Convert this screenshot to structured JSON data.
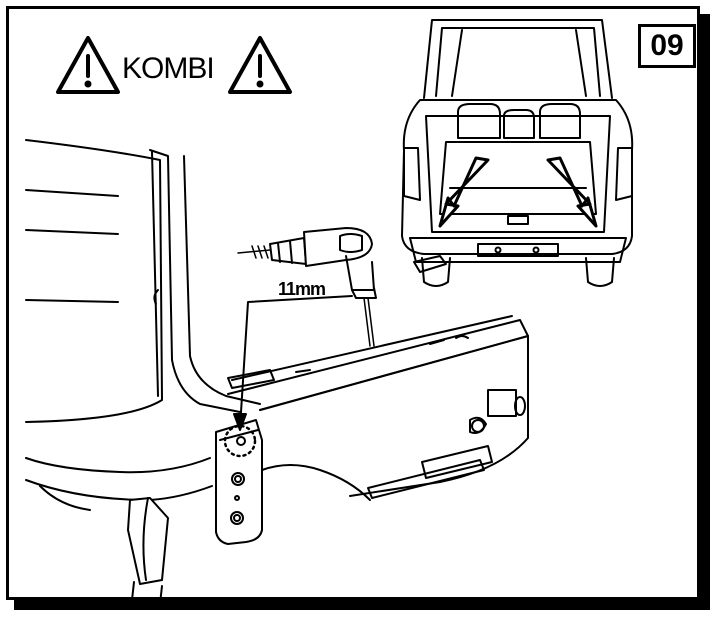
{
  "header": {
    "variant_label": "KOMBI",
    "step_number": "09"
  },
  "drill": {
    "hole_size_label": "11mm"
  },
  "icons": {
    "warning": "warning-triangle-icon",
    "drill": "drill-icon",
    "arrow": "arrow-down-icon"
  },
  "colors": {
    "line": "#000000",
    "background": "#ffffff"
  }
}
